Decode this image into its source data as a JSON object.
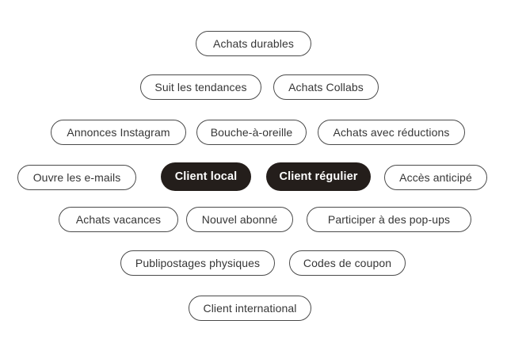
{
  "colors": {
    "background": "#ffffff",
    "pill_border": "#4a4a4a",
    "pill_text": "#363636",
    "dark_pill_bg": "#241e1b",
    "dark_pill_text": "#ffffff"
  },
  "pills": [
    {
      "label": "Achats durables",
      "style": "outline"
    },
    {
      "label": "Suit les tendances",
      "style": "outline"
    },
    {
      "label": "Achats Collabs",
      "style": "outline"
    },
    {
      "label": "Annonces Instagram",
      "style": "outline"
    },
    {
      "label": "Bouche-à-oreille",
      "style": "outline"
    },
    {
      "label": "Achats avec réductions",
      "style": "outline"
    },
    {
      "label": "Ouvre les e-mails",
      "style": "outline"
    },
    {
      "label": "Client local",
      "style": "solid-dark"
    },
    {
      "label": "Client régulier",
      "style": "solid-dark"
    },
    {
      "label": "Accès anticipé",
      "style": "outline"
    },
    {
      "label": "Achats vacances",
      "style": "outline"
    },
    {
      "label": "Nouvel abonné",
      "style": "outline"
    },
    {
      "label": "Participer à des pop-ups",
      "style": "outline"
    },
    {
      "label": "Publipostages physiques",
      "style": "outline"
    },
    {
      "label": "Codes de coupon",
      "style": "outline"
    },
    {
      "label": "Client international",
      "style": "outline"
    }
  ]
}
